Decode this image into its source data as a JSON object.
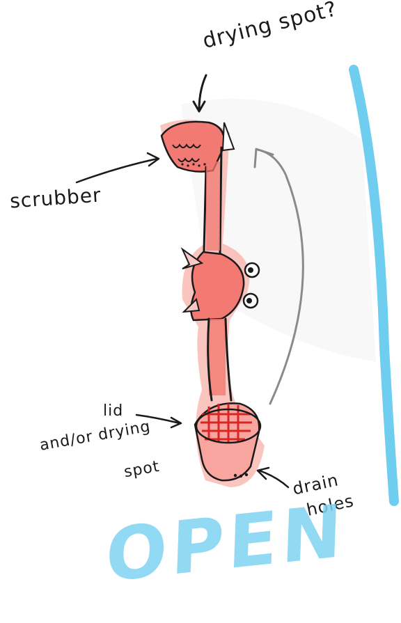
{
  "labels": {
    "drying_spot": "drying spot?",
    "scrubber": "scrubber",
    "lid_line1": "lid",
    "lid_line2": "and/or drying",
    "lid_line3": "spot",
    "drain_line1": "drain",
    "drain_line2": "holes",
    "open": "OPEN"
  },
  "colors": {
    "ink": "#1a1a1a",
    "body_fill": "#f27a72",
    "body_glow": "#f8b0aa",
    "accent_red": "#d92525",
    "open_blue": "#5fc8ee",
    "arc_gray": "#8a8a8a"
  }
}
